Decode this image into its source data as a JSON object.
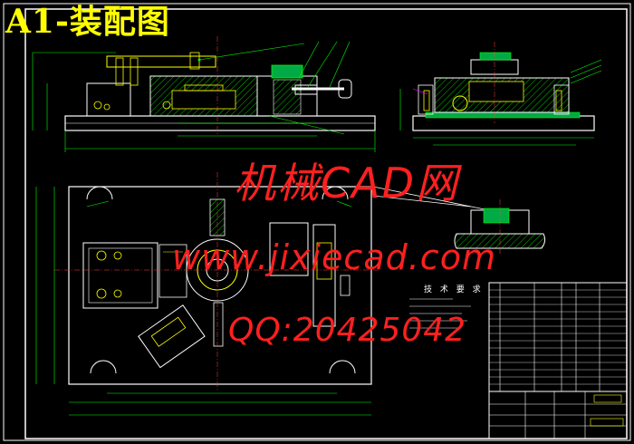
{
  "sheet": {
    "title": "A1-装配图"
  },
  "watermark": {
    "line1": "机械CAD网",
    "line2": "www.jixiecad.com",
    "line3": "QQ:20425042"
  },
  "colors": {
    "background": "#000000",
    "outline": "#ffffff",
    "dimension": "#00ff00",
    "part": "#ffff00",
    "hatch": "#00c000",
    "leader": "#ff00ff",
    "watermark": "#ff2020",
    "title": "#ffff00"
  },
  "drawing": {
    "tech_requirements_title": "技 术 要 求"
  }
}
